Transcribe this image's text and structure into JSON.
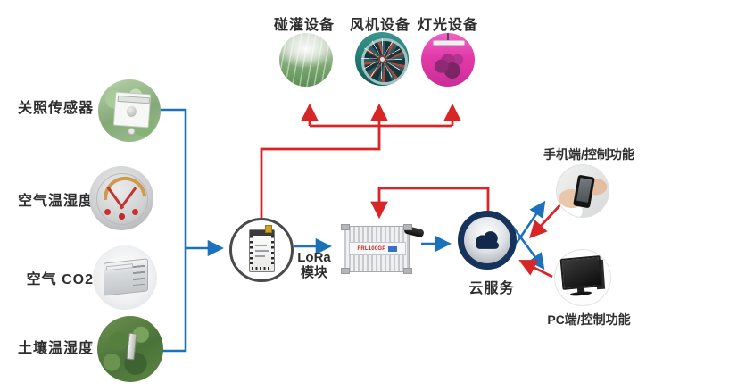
{
  "colors": {
    "line_blue": "#1c72ba",
    "line_red": "#d92525",
    "cloud_navy": "#16335c",
    "label_text": "#2e2e2e"
  },
  "top_devices": [
    {
      "label": "碰灌设备",
      "icon": "sprinkler-photo"
    },
    {
      "label": "风机设备",
      "icon": "fan-photo"
    },
    {
      "label": "灯光设备",
      "icon": "grow-light-photo"
    }
  ],
  "sensors": [
    {
      "label": "关照传感器",
      "icon": "light-sensor-photo"
    },
    {
      "label": "空气温湿度",
      "icon": "air-temp-humidity-gauge-photo"
    },
    {
      "label": "空气 CO2",
      "icon": "co2-sensor-photo"
    },
    {
      "label": "土壤温湿度",
      "icon": "soil-temp-humidity-photo"
    }
  ],
  "lora": {
    "label_line1": "LoRa",
    "label_line2": "模块"
  },
  "gateway": {
    "model": "FRL100GP"
  },
  "cloud": {
    "label": "云服务"
  },
  "clients": [
    {
      "label": "手机端/控制功能",
      "icon": "smartphone-photo"
    },
    {
      "label": "PC端/控制功能",
      "icon": "desktop-monitor-photo"
    }
  ]
}
